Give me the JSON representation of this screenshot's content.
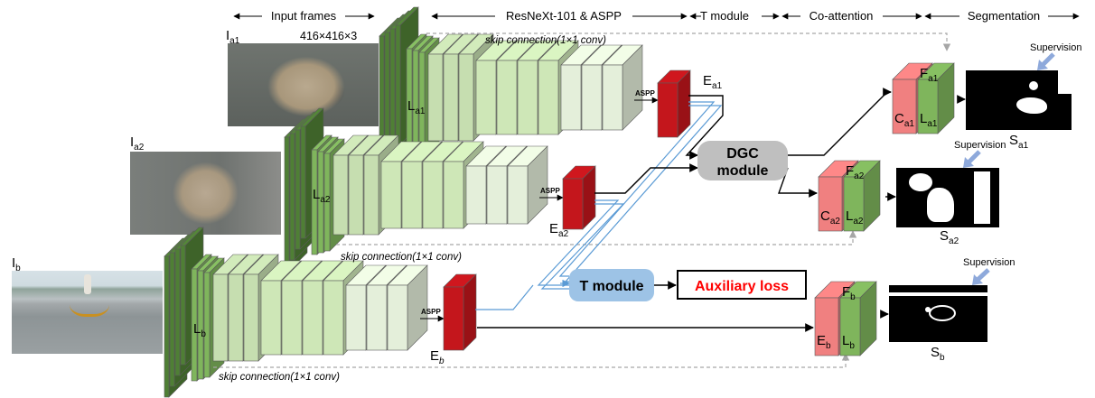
{
  "headers": {
    "input_frames": "Input frames",
    "backbone": "ResNeXt-101 & ASPP",
    "t_module": "T module",
    "co_attention": "Co-attention",
    "segmentation": "Segmentation"
  },
  "frames": {
    "a1": {
      "base": "I",
      "sub": "a1"
    },
    "a2": {
      "base": "I",
      "sub": "a2"
    },
    "b": {
      "base": "I",
      "sub": "b"
    }
  },
  "input_size": "416×416×3",
  "skip_connection": "skip connection(1×1 conv)",
  "aspp": "ASPP",
  "encoders": {
    "La1": {
      "base": "L",
      "sub": "a1"
    },
    "La2": {
      "base": "L",
      "sub": "a2"
    },
    "Lb": {
      "base": "L",
      "sub": "b"
    }
  },
  "embeddings": {
    "Ea1": {
      "base": "E",
      "sub": "a1"
    },
    "Ea2": {
      "base": "E",
      "sub": "a2"
    },
    "Eb": {
      "base": "E",
      "sub": "b"
    }
  },
  "dgc_module": [
    "DGC",
    "module"
  ],
  "t_module_box": "T module",
  "auxiliary_loss": "Auxiliary loss",
  "attention_blocks": {
    "a1": {
      "c": {
        "base": "C",
        "sub": "a1"
      },
      "f": {
        "base": "F",
        "sub": "a1"
      },
      "l": {
        "base": "L",
        "sub": "a1"
      }
    },
    "a2": {
      "c": {
        "base": "C",
        "sub": "a2"
      },
      "f": {
        "base": "F",
        "sub": "a2"
      },
      "l": {
        "base": "L",
        "sub": "a2"
      }
    },
    "b": {
      "c": {
        "base": "E",
        "sub": "b"
      },
      "f": {
        "base": "F",
        "sub": "b"
      },
      "l": {
        "base": "L",
        "sub": "b"
      }
    }
  },
  "outputs": {
    "a1": {
      "base": "S",
      "sub": "a1"
    },
    "a2": {
      "base": "S",
      "sub": "a2"
    },
    "b": {
      "base": "S",
      "sub": "b"
    }
  },
  "supervision": "Supervision",
  "colors": {
    "dark_green": "#4f7f35",
    "mid_green": "#7fb55c",
    "light_green": "#c6deb0",
    "pale_green": "#e4efda",
    "red_block": "#c4161c",
    "pink_block": "#f08080",
    "dgc_fill": "#bfbfbf",
    "t_fill": "#9dc3e6",
    "aux_text": "#ff0000",
    "blue_line": "#5b9bd5",
    "supervision_arrow": "#8ea9db",
    "skip_arrow": "#a6a6a6"
  }
}
